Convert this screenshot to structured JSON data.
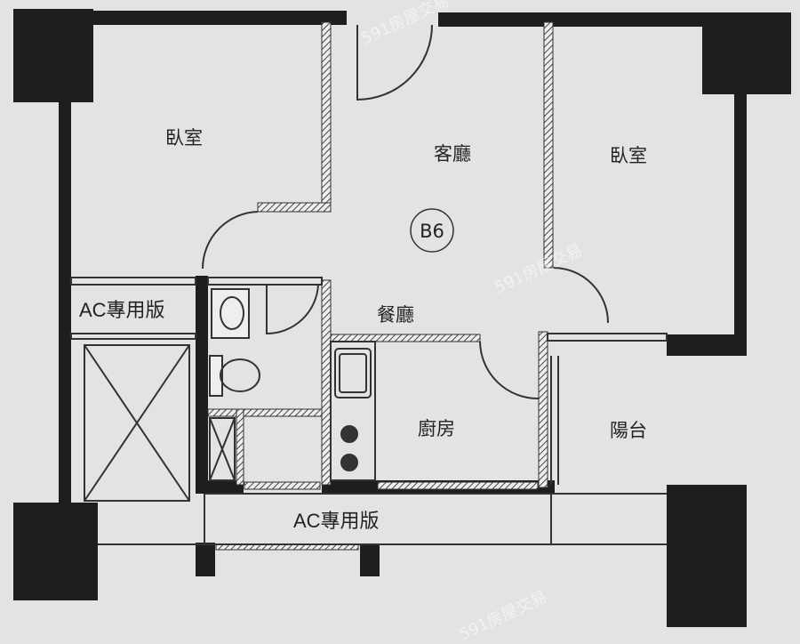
{
  "floor_plan": {
    "unit_id": "B6",
    "rooms": {
      "bedroom_left": "臥室",
      "living_room": "客廳",
      "bedroom_right": "臥室",
      "dining_room": "餐廳",
      "kitchen": "廚房",
      "balcony": "陽台",
      "ac_platform_left": "AC專用版",
      "ac_platform_bottom": "AC專用版"
    },
    "watermark": "591房屋交易"
  },
  "colors": {
    "background": "#e3e3e1",
    "wall": "#1e1e1e",
    "hatch": "#444444"
  }
}
